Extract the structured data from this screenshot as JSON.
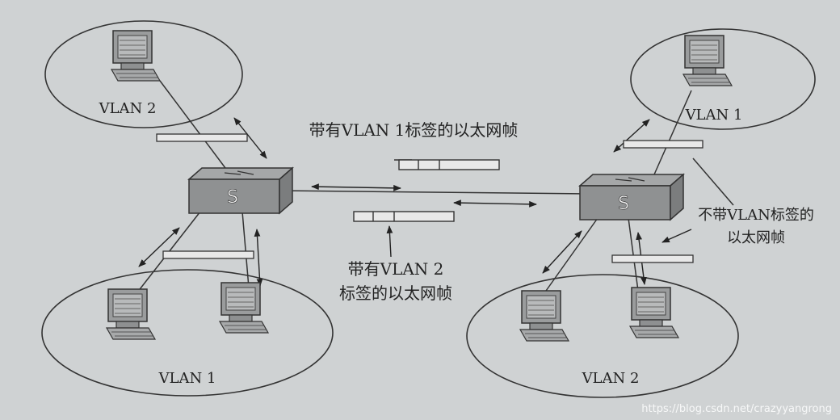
{
  "groups": {
    "top_left": "VLAN 2",
    "top_right": "VLAN 1",
    "bottom_left": "VLAN 1",
    "bottom_right": "VLAN 2"
  },
  "annotations": {
    "frame_vlan1": "带有VLAN 1标签的以太网帧",
    "frame_vlan2_line1": "带有VLAN 2",
    "frame_vlan2_line2": "标签的以太网帧",
    "untagged_line1": "不带VLAN标签的",
    "untagged_line2": "以太网帧"
  },
  "watermark": "https://blog.csdn.net/crazyyangrong",
  "colors": {
    "paper": "#cfd2d3",
    "ink": "#222222",
    "device_fill": "#9a9c9d"
  },
  "icons": {
    "switch": "switch-icon",
    "computer": "computer-icon",
    "frame": "ethernet-frame-icon"
  }
}
